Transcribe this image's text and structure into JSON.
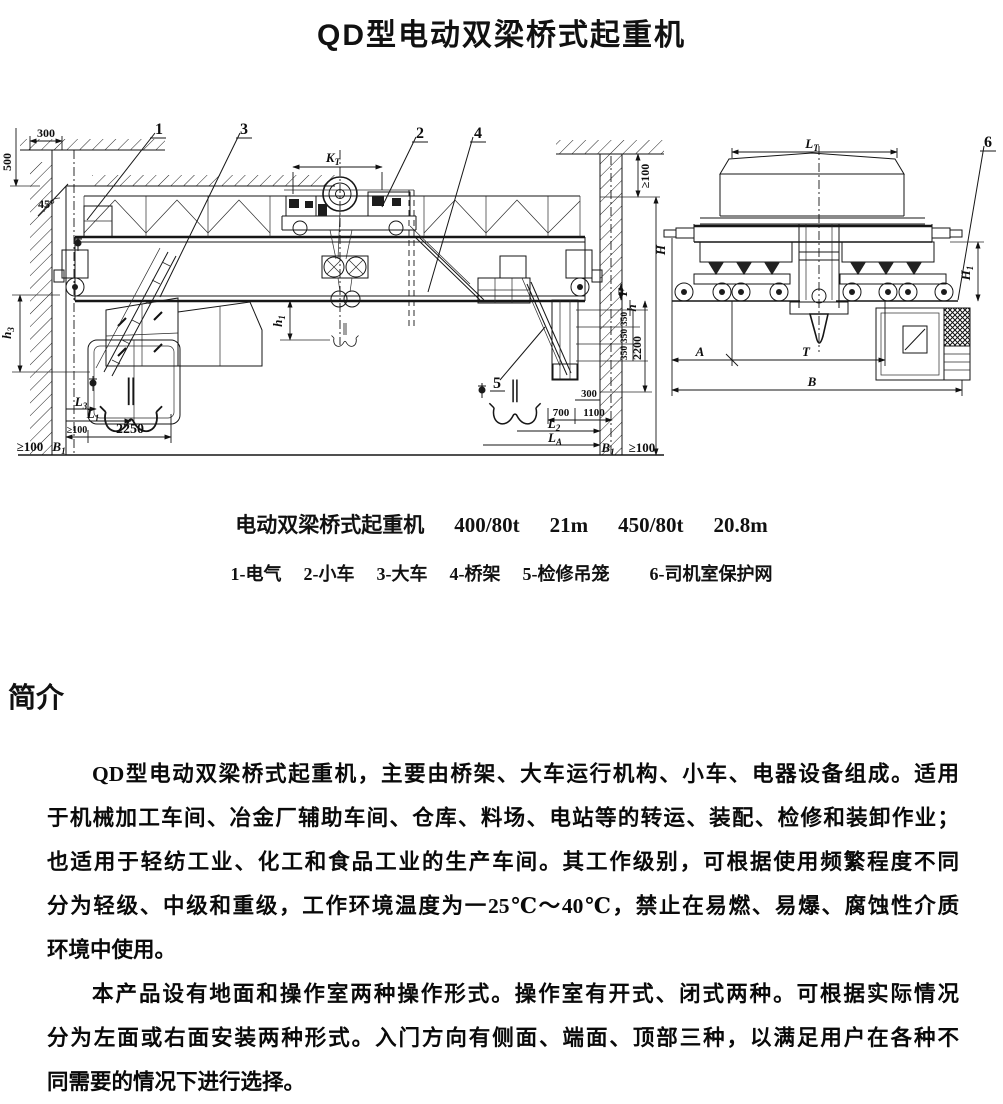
{
  "page": {
    "title": "QD型电动双梁桥式起重机"
  },
  "figure": {
    "caption_name": "电动双梁桥式起重机",
    "caption_specs": [
      "400/80t",
      "21m",
      "450/80t",
      "20.8m"
    ],
    "legend_items": [
      "1-电气",
      "2-小车",
      "3-大车",
      "4-桥架",
      "5-检修吊笼",
      "6-司机室保护网"
    ]
  },
  "section": {
    "heading": "简介"
  },
  "body": {
    "p1": {
      "l1": "QD型电动双梁桥式起重机，主要由桥架、大车运行机构、小车、电器设备组成。适用",
      "l2": "于机械加工车间、冶金厂辅助车间、仓库、料场、电站等的转运、装配、检修和装卸作业；",
      "l3": "也适用于轻纺工业、化工和食品工业的生产车间。其工作级别，可根据使用频繁程度不同",
      "l4": "分为轻级、中级和重级，工作环境温度为一25℃～40℃，禁止在易燃、易爆、腐蚀性介质",
      "l5": "环境中使用。",
      "l6": "本产品设有地面和操作室两种操作形式。操作室有开式、闭式两种。可根据实际情况",
      "l7": "分为左面或右面安装两种形式。入门方向有侧面、端面、顶部三种，以满足用户在各种不",
      "l8": "同需要的情况下进行选择。"
    }
  },
  "drawing": {
    "labels": {
      "c1": "1",
      "c2": "2",
      "c3": "3",
      "c4": "4",
      "c5": "5",
      "c6": "6",
      "d300top": "300",
      "d500": "500",
      "a45": "45°",
      "ktM": "K",
      "ktS": "T",
      "g100roof": "≥100",
      "H": "H",
      "F": "F",
      "h": "h",
      "s350a": "350",
      "s350b": "350",
      "s350c": "350",
      "d2200": "2200",
      "d300mid": "300",
      "d700": "700",
      "d1100": "1100",
      "L2M": "L",
      "L2S": "2",
      "LAM": "L",
      "LAS": "A",
      "B1rM": "B",
      "B1rS": "1",
      "g100br": "≥100",
      "h1M": "h",
      "h1S": "1",
      "h3M": "h",
      "h3S": "3",
      "L3M": "L",
      "L3S": "3",
      "L1M": "L",
      "L1S": "1",
      "g100s": "≥100",
      "d2250": "2250",
      "g100bl": "≥100",
      "B1lM": "B",
      "B1lS": "1",
      "LTM": "L",
      "LTS": "T",
      "H1M": "H",
      "H1S": "1",
      "A": "A",
      "T": "T",
      "B": "B"
    }
  }
}
